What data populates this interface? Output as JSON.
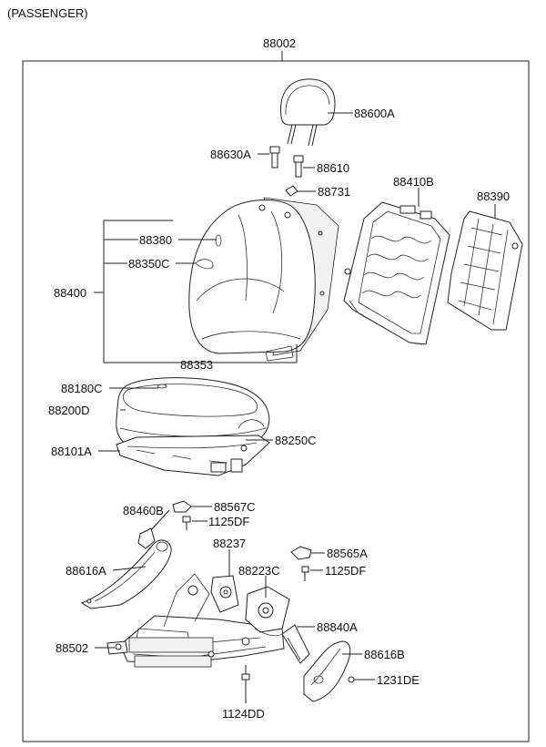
{
  "header": {
    "title": "(PASSENGER)"
  },
  "assembly": {
    "number": "88002"
  },
  "labels": {
    "l88600A": "88600A",
    "l88630A": "88630A",
    "l88610": "88610",
    "l88731": "88731",
    "l88410B": "88410B",
    "l88390": "88390",
    "l88380": "88380",
    "l88350C": "88350C",
    "l88400": "88400",
    "l88353": "88353",
    "l88180C": "88180C",
    "l88200D": "88200D",
    "l88250C": "88250C",
    "l88101A": "88101A",
    "l88460B": "88460B",
    "l88567C": "88567C",
    "l1125DF_a": "1125DF",
    "l88237": "88237",
    "l88565A": "88565A",
    "l88616A": "88616A",
    "l88223C": "88223C",
    "l1125DF_b": "1125DF",
    "l88840A": "88840A",
    "l88502": "88502",
    "l88616B": "88616B",
    "l1231DE": "1231DE",
    "l1124DD": "1124DD"
  }
}
